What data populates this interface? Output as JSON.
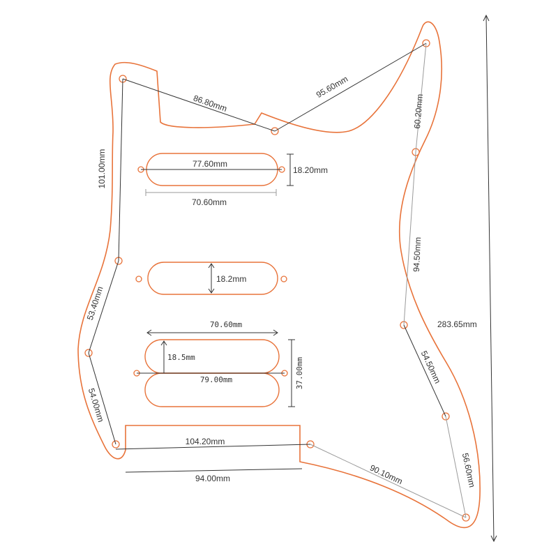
{
  "colors": {
    "outline": "#e8733a",
    "dimension_line": "#333333",
    "dimension_line_light": "#9a9a9a",
    "label": "#333333"
  },
  "labels": {
    "top_left_span": "86.80mm",
    "top_right_span": "95.60mm",
    "horn_drop": "60.20mm",
    "right_upper_drop": "94.50mm",
    "right_lower_drop": "54.50mm",
    "right_bottom_drop": "56.60mm",
    "bottom_right_span": "90.10mm",
    "left_upper_drop": "101.00mm",
    "left_mid_drop": "53.40mm",
    "left_lower_drop": "54.00mm",
    "neck_pickup_length": "77.60mm",
    "neck_pickup_width": "18.20mm",
    "neck_pickup_spacing": "70.60mm",
    "middle_pickup_width": "18.2mm",
    "humbucker_spacing": "70.60mm",
    "humbucker_coil_width": "18.5mm",
    "humbucker_length": "79.00mm",
    "humbucker_width": "37.00mm",
    "bottom_cut_span": "104.20mm",
    "bottom_overall": "94.00mm",
    "overall_height": "283.65mm"
  },
  "icons": {
    "screw_hole": "screw-hole-icon"
  }
}
